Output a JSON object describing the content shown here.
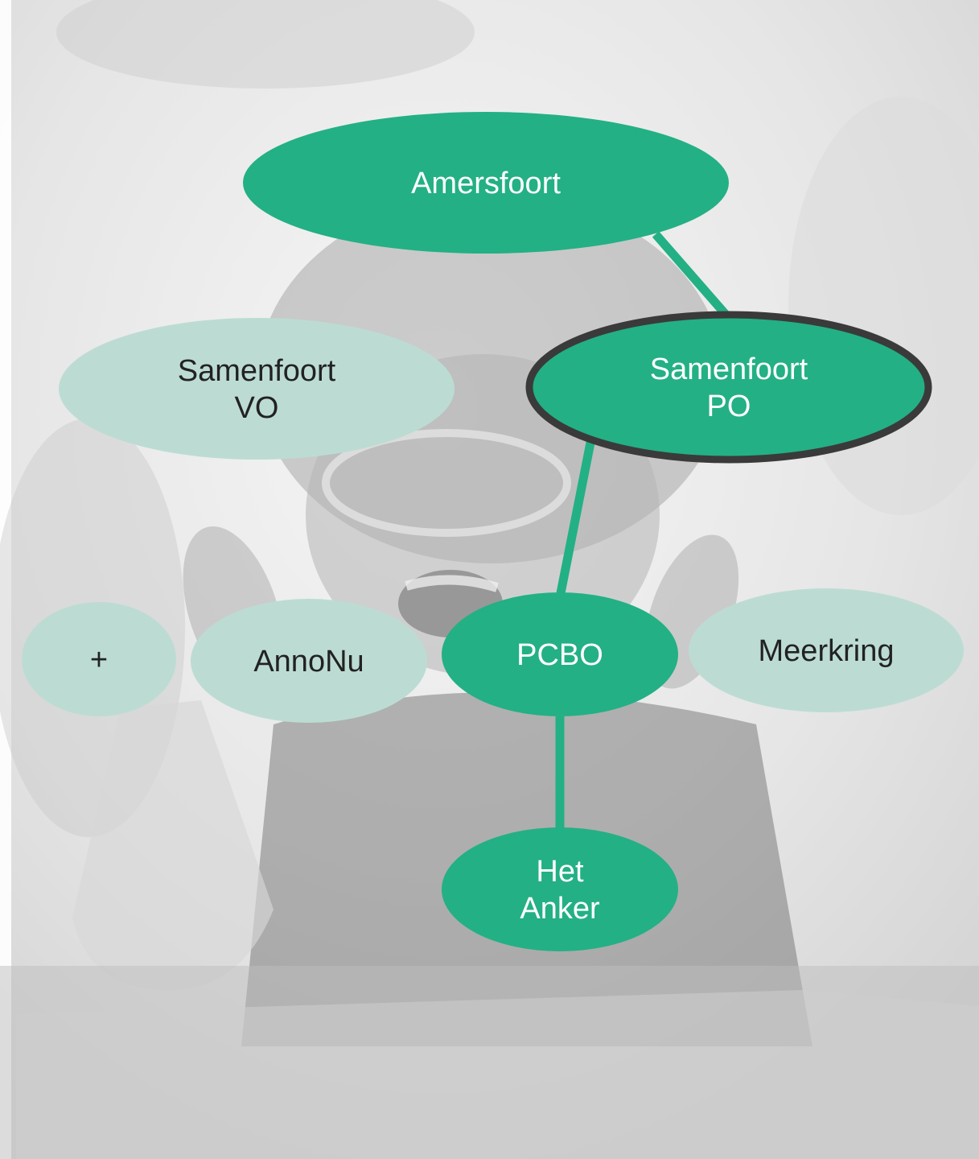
{
  "colors": {
    "primary_fill": "#23b084",
    "secondary_fill": "#bcdcd3",
    "primary_text": "#ffffff",
    "secondary_text": "#222222",
    "connector": "#23b084",
    "selected_outline": "#3a3a3a"
  },
  "diagram": {
    "nodes": [
      {
        "id": "amersfoort",
        "lines": [
          "Amersfoort"
        ],
        "style": "primary",
        "selected": false
      },
      {
        "id": "samenfoort-vo",
        "lines": [
          "Samenfoort",
          "VO"
        ],
        "style": "secondary",
        "selected": false
      },
      {
        "id": "samenfoort-po",
        "lines": [
          "Samenfoort",
          "PO"
        ],
        "style": "primary",
        "selected": true
      },
      {
        "id": "plus",
        "lines": [
          "+"
        ],
        "style": "secondary",
        "selected": false
      },
      {
        "id": "annonu",
        "lines": [
          "AnnoNu"
        ],
        "style": "secondary",
        "selected": false
      },
      {
        "id": "pcbo",
        "lines": [
          "PCBO"
        ],
        "style": "primary",
        "selected": false
      },
      {
        "id": "meerkring",
        "lines": [
          "Meerkring"
        ],
        "style": "secondary",
        "selected": false
      },
      {
        "id": "het-anker",
        "lines": [
          "Het",
          "Anker"
        ],
        "style": "primary",
        "selected": false
      }
    ],
    "edges": [
      {
        "from": "amersfoort",
        "to": "samenfoort-po"
      },
      {
        "from": "samenfoort-po",
        "to": "pcbo"
      },
      {
        "from": "pcbo",
        "to": "het-anker"
      }
    ]
  }
}
